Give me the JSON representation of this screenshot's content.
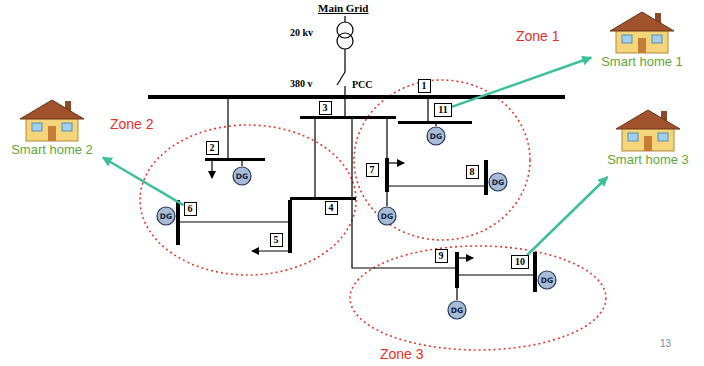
{
  "diagram": {
    "nodes": [
      {
        "text": [
          "1"
        ]
      },
      {
        "text": [
          "Smart home 1"
        ]
      },
      {
        "text": [
          "3"
        ]
      },
      {
        "text": [
          "11"
        ]
      },
      {
        "text": [
          "DG"
        ]
      },
      {
        "text": [
          "2"
        ]
      },
      {
        "text": [
          "Smart home 2"
        ]
      },
      {
        "text": [
          "7"
        ]
      },
      {
        "text": [
          "8"
        ]
      },
      {
        "text": [
          "DG"
        ]
      },
      {
        "text": [
          "DG"
        ]
      },
      {
        "text": [
          "4"
        ]
      },
      {
        "text": [
          "6"
        ]
      },
      {
        "text": [
          "DG"
        ]
      },
      {
        "text": [
          "DG"
        ]
      },
      {
        "text": [
          "5"
        ]
      },
      {
        "text": [
          "Smart home 3"
        ]
      },
      {
        "text": [
          "9"
        ]
      },
      {
        "text": [
          "10"
        ]
      },
      {
        "text": [
          "DG"
        ]
      },
      {
        "text": [
          "DG"
        ]
      }
    ],
    "edges": [
      {
        "from": 3,
        "to": 1,
        "arrow": "to"
      },
      {
        "from": 12,
        "to": 6,
        "arrow": "to"
      },
      {
        "from": 18,
        "to": 16,
        "arrow": "to"
      }
    ],
    "labels": [
      "Main Grid",
      "20 kv",
      "380 v",
      "PCC",
      "Zone 1",
      "Zone 2",
      "Zone 3",
      "13"
    ]
  }
}
